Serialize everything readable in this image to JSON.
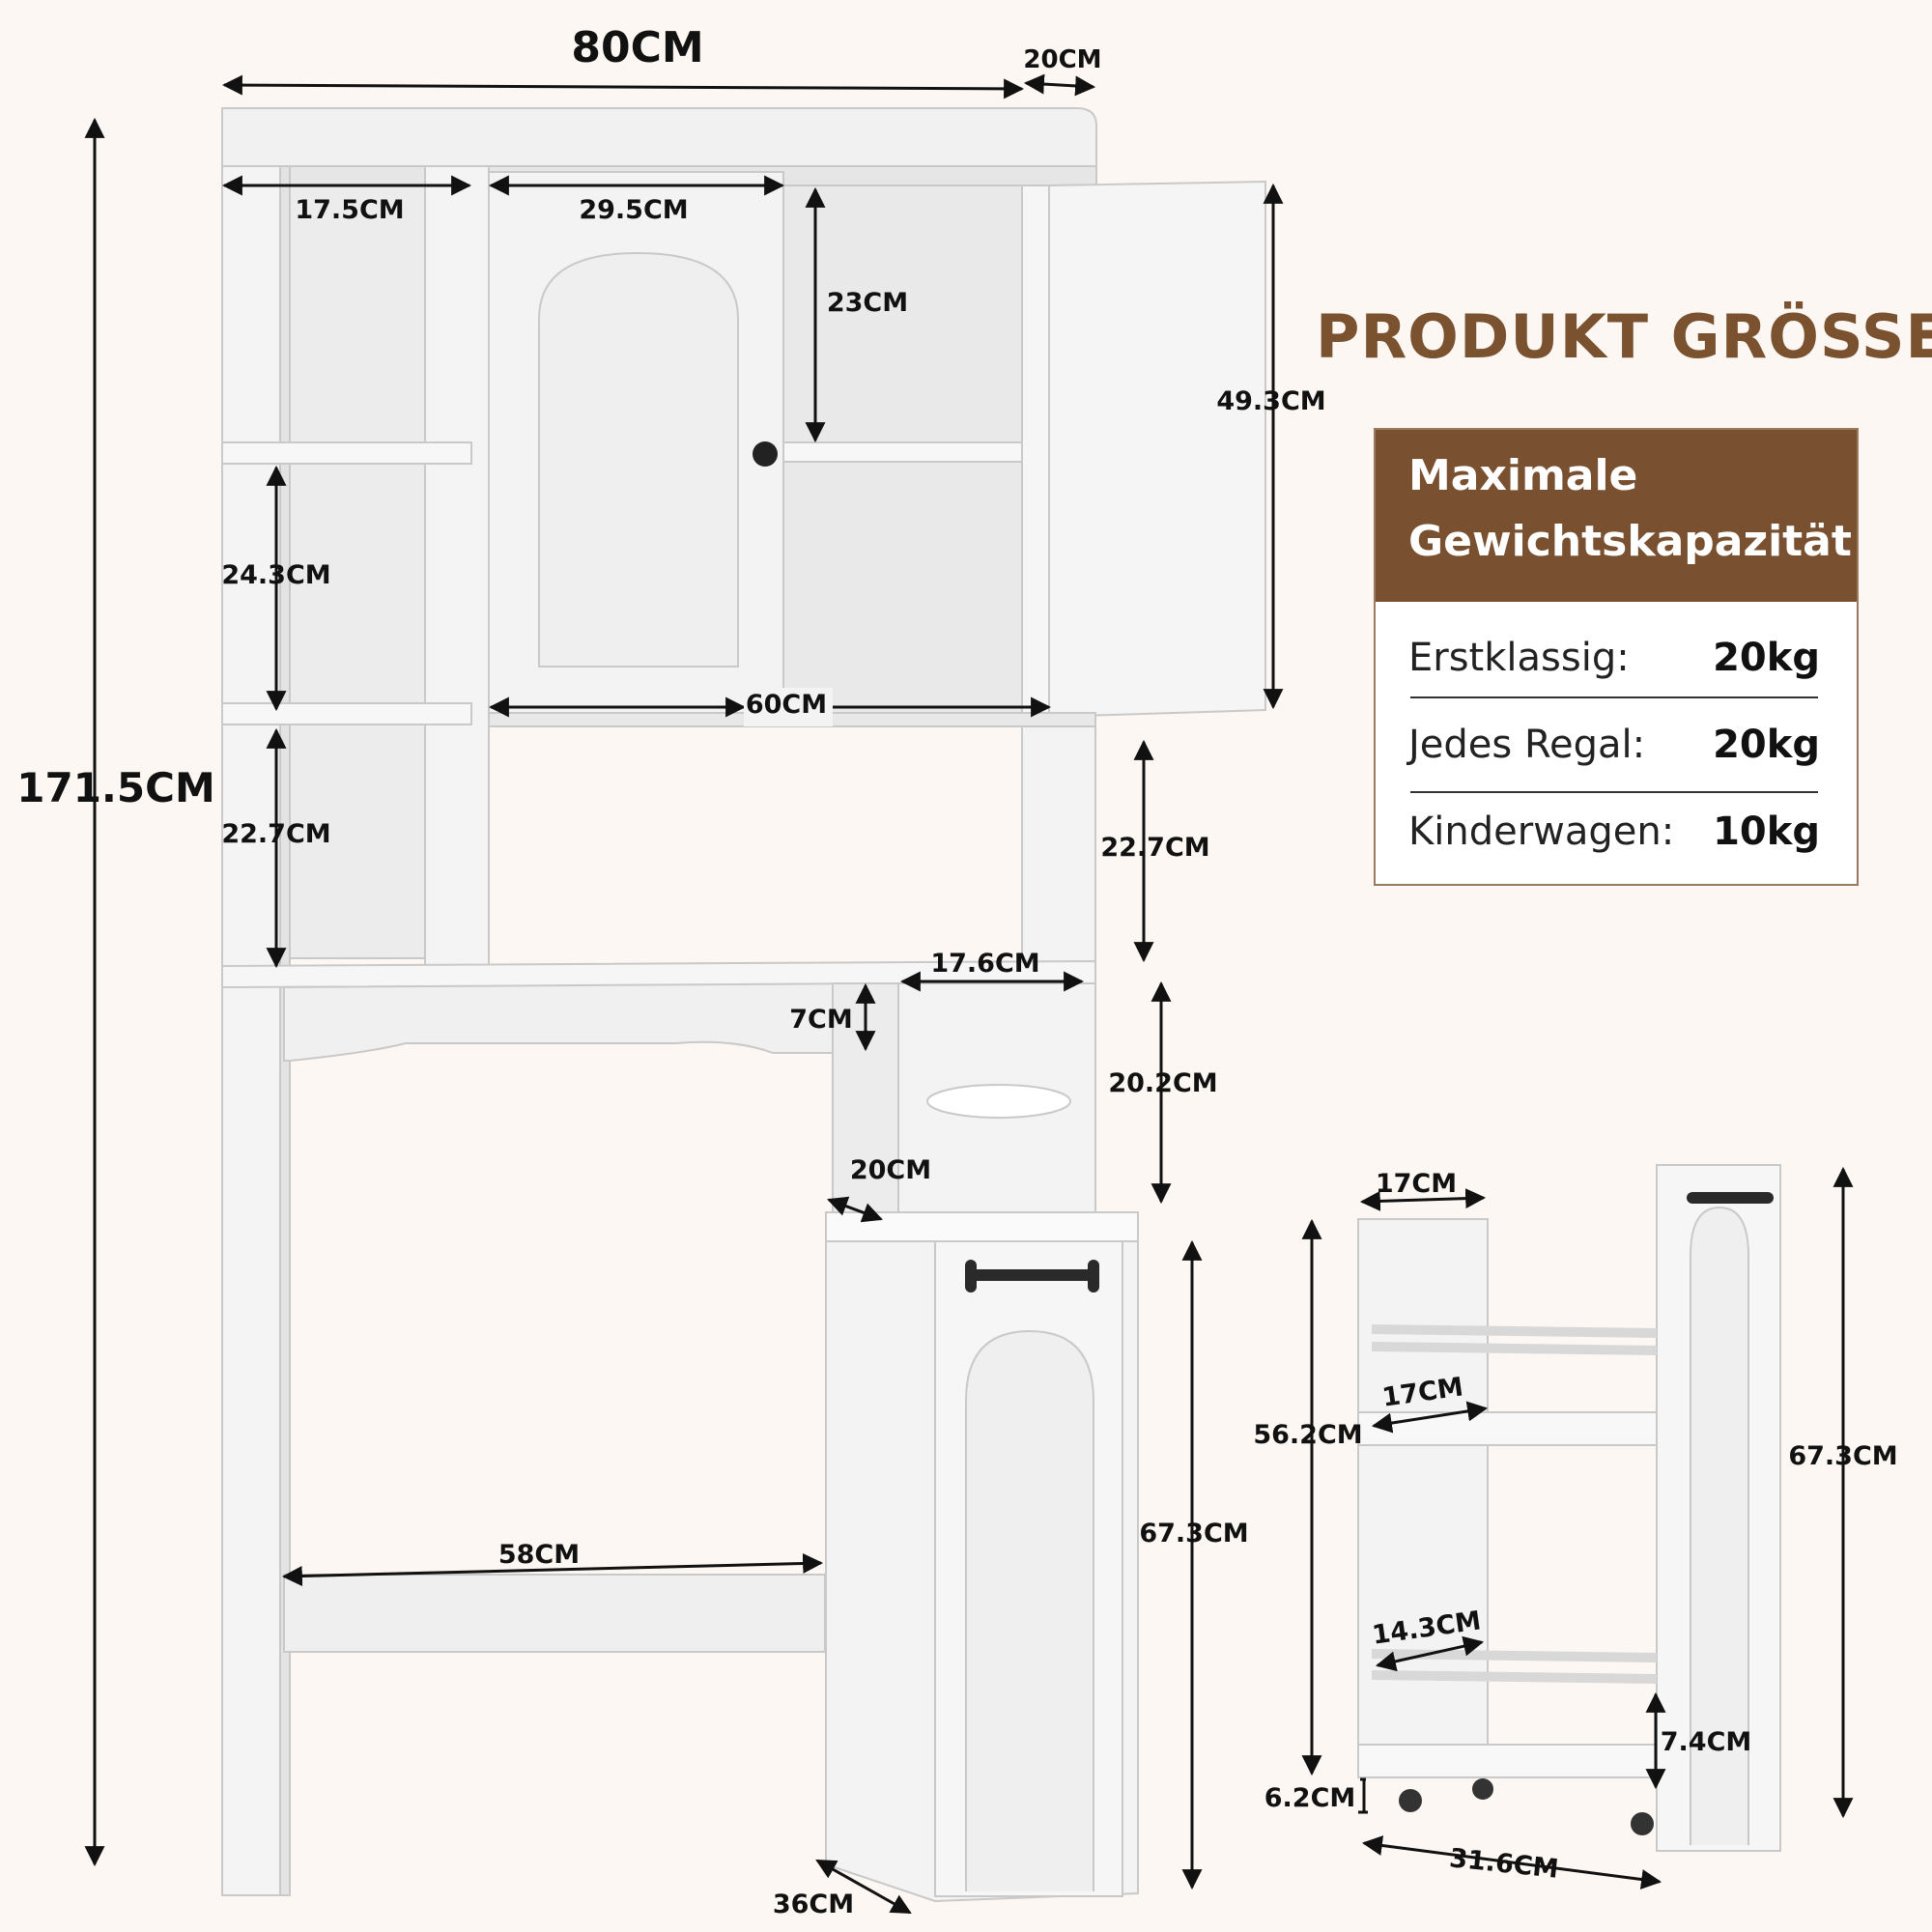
{
  "heading": "PRODUKT GRÖSSE",
  "capacity": {
    "title_line1": "Maximale",
    "title_line2": "Gewichtskapazität",
    "rows": [
      {
        "label": "Erstklassig:",
        "value": "20kg"
      },
      {
        "label": "Jedes Regal:",
        "value": "20kg"
      },
      {
        "label": "Kinderwagen:",
        "value": "10kg"
      }
    ]
  },
  "dimensions": {
    "total_width": "80CM",
    "depth_top": "20CM",
    "total_height": "171.5CM",
    "left_shelf_width": "17.5CM",
    "door_width": "29.5CM",
    "upper_compartment_height": "23CM",
    "door_height": "49.3CM",
    "left_shelf_height_1": "24.3CM",
    "cabinet_inner_width": "60CM",
    "left_shelf_height_2": "22.7CM",
    "open_shelf_height": "22.7CM",
    "side_box_width": "17.6CM",
    "apron_height": "7CM",
    "side_box_height": "20.2CM",
    "side_box_depth": "20CM",
    "crossbar_width": "58CM",
    "side_cabinet_height": "67.3CM",
    "base_depth": "36CM",
    "cart_top_width": "17CM",
    "cart_shelf_width": "17CM",
    "cart_height": "56.2CM",
    "cart_total_height": "67.3CM",
    "cart_bottom_width": "14.3CM",
    "cart_bottom_gap": "7.4CM",
    "cart_wheel_height": "6.2CM",
    "cart_depth": "31.6CM"
  },
  "colors": {
    "background": "#fdf7f3",
    "heading": "#7a5230",
    "card_header": "#7a5130",
    "furniture": "#f3f3f3",
    "handle": "#2a2a2a"
  }
}
